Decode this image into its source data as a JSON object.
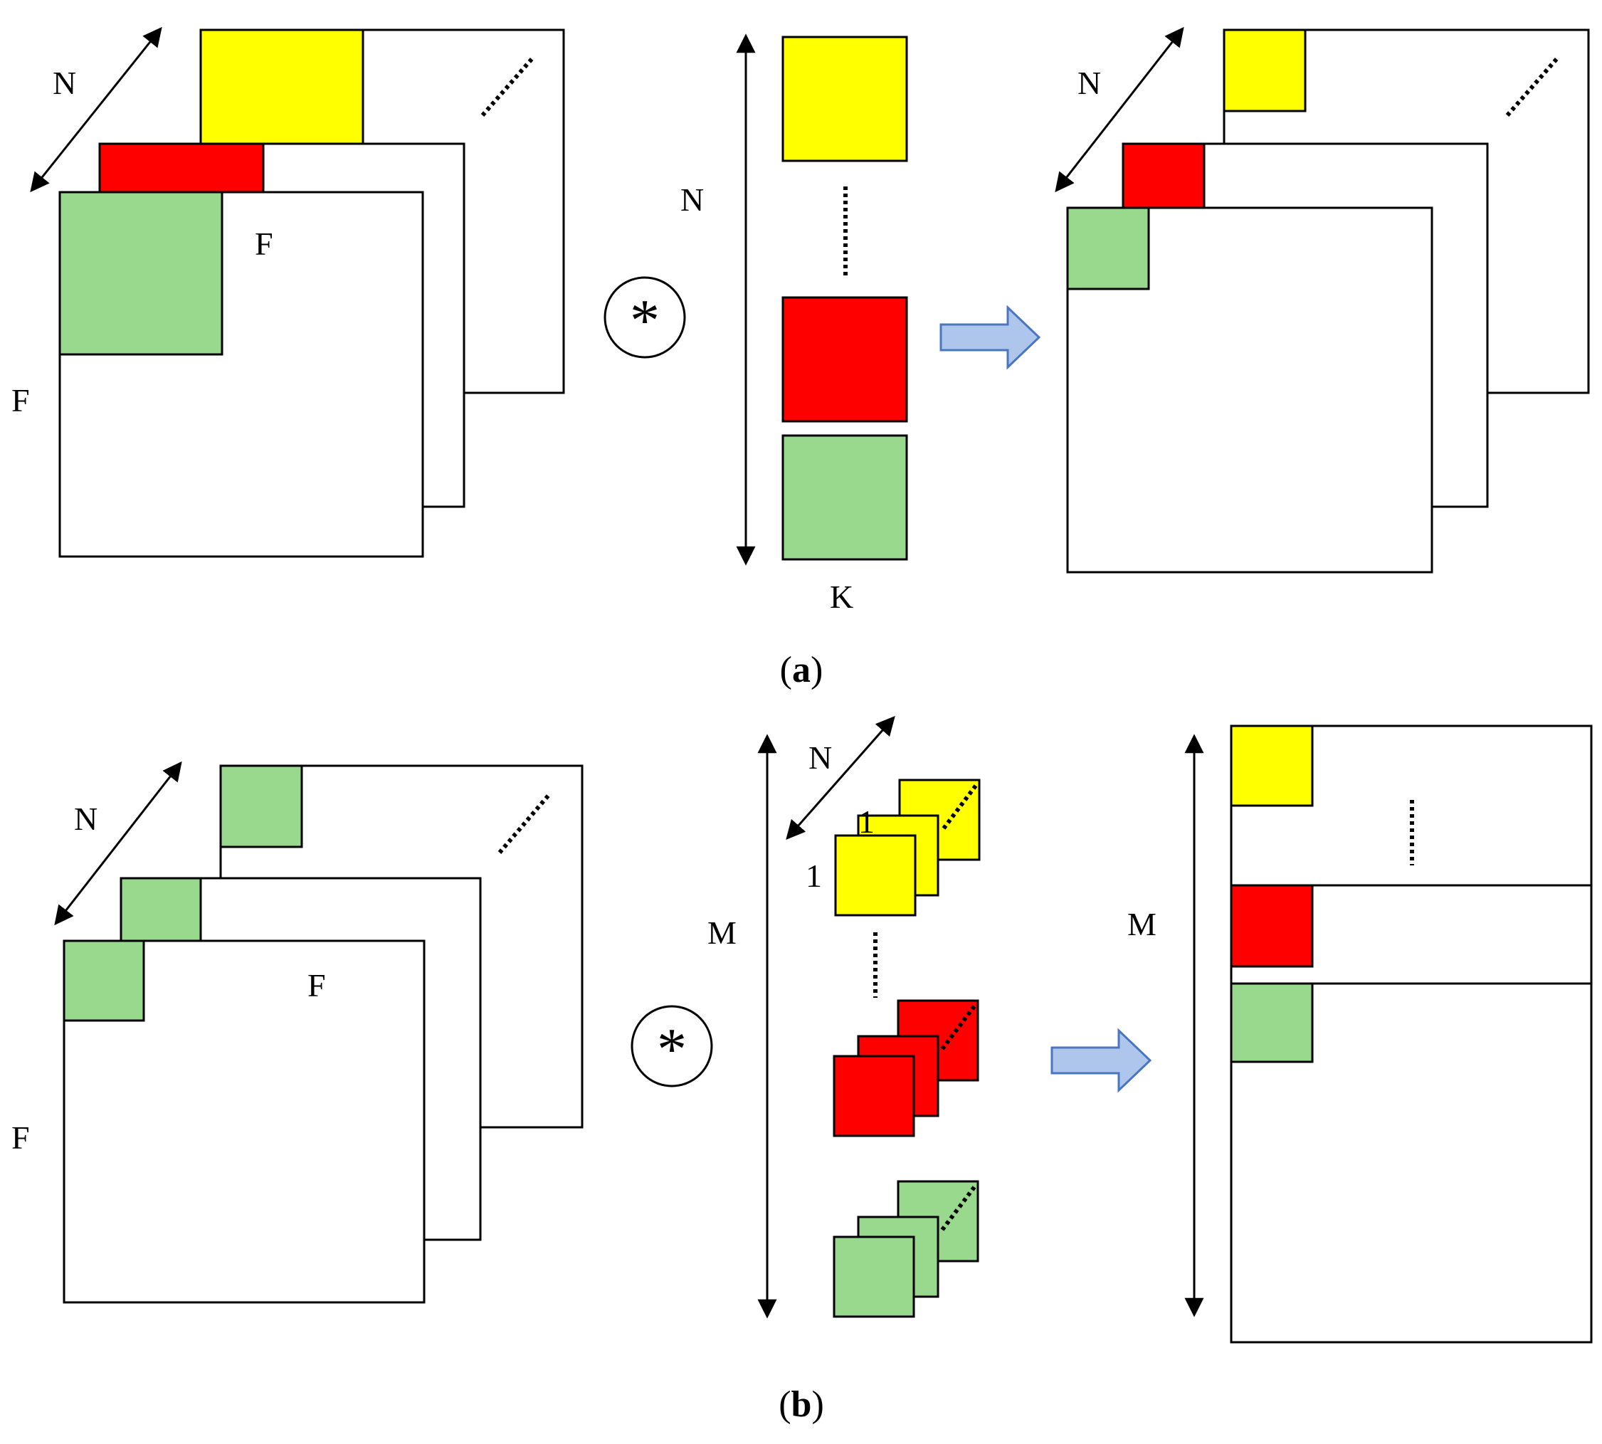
{
  "colors": {
    "yellow": "#ffff00",
    "red": "#ff0000",
    "green": "#98d98e",
    "arrow_fill": "#aec6ec",
    "arrow_stroke": "#4a76c0",
    "outline": "#000000"
  },
  "icons": [
    "convolution-operator-icon",
    "right-arrow-icon",
    "double-arrow-icon"
  ],
  "panel_a": {
    "caption_open": "(",
    "caption_letter": "a",
    "caption_close": ")",
    "input_depth_label": "N",
    "input_width_label": "F",
    "input_height_label": "F",
    "kernel_count_label": "N",
    "kernel_size_label": "K",
    "operator_symbol": "*"
  },
  "panel_b": {
    "caption_open": "(",
    "caption_letter": "b",
    "caption_close": ")",
    "input_depth_label": "N",
    "input_width_label": "F",
    "input_height_label": "F",
    "filter_count_label": "M",
    "filter_depth_label": "N",
    "filter_size_label_1": "1",
    "filter_size_label_2": "1",
    "output_count_label": "M",
    "operator_symbol": "*"
  }
}
